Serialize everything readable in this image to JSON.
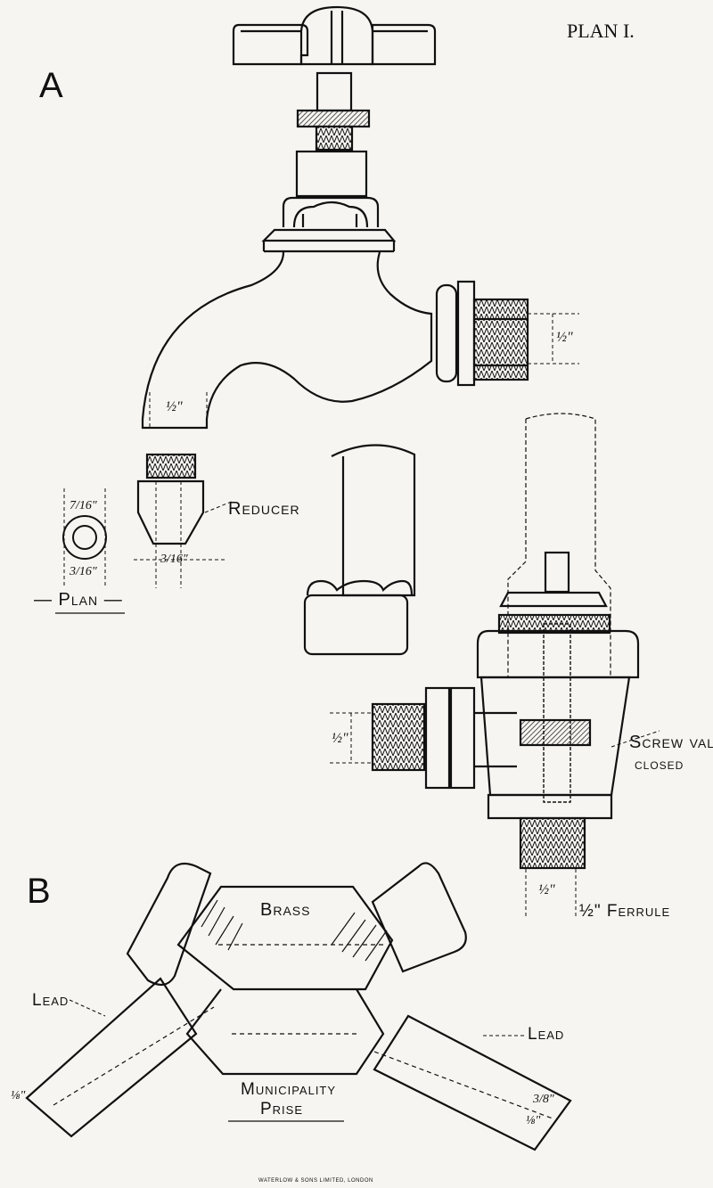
{
  "header": {
    "plan_title": "PLAN I.",
    "letter_a": "A",
    "letter_b": "B"
  },
  "labels": {
    "reducer": "Reducer",
    "screw_valve": "Screw valv",
    "closed": "closed",
    "brass": "Brass",
    "lead_left": "Lead",
    "lead_right": "Lead",
    "municipality": "Municipality",
    "prise": "Prise",
    "ferrule": "½\" Ferrule",
    "plan": "— Plan —"
  },
  "dimensions": {
    "tap_outlet": "½\"",
    "tap_spout": "½\"",
    "plan_top": "7/16\"",
    "plan_bottom": "3/16\"",
    "reducer_bottom": "3/16\"",
    "valve_inlet": "½\"",
    "valve_outlet": "½\"",
    "lead_left_dim": "⅛\"",
    "lead_right_dim_a": "3/8\"",
    "lead_right_dim_b": "⅛\""
  },
  "footer": {
    "printer": "WATERLOW & SONS LIMITED, LONDON"
  },
  "colors": {
    "ink": "#111111",
    "paper": "#f6f5f1"
  }
}
